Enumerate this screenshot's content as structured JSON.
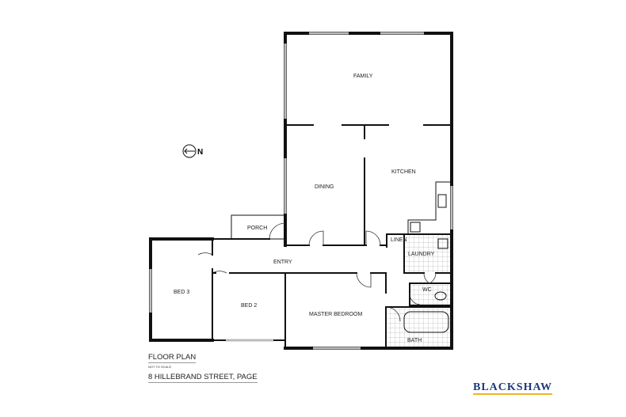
{
  "rooms": {
    "family": "FAMILY",
    "dining": "DINING",
    "kitchen": "KITCHEN",
    "porch": "PORCH",
    "entry": "ENTRY",
    "linen": "LINEN",
    "laundry": "LAUNDRY",
    "wc": "WC",
    "bed3": "BED 3",
    "bed2": "BED 2",
    "master": "MASTER BEDROOM",
    "bath": "BATH"
  },
  "north_label": "N",
  "title": "FLOOR PLAN",
  "scale_note": "NOT TO SCALE",
  "address": "8 HILLEBRAND STREET, PAGE",
  "brand": {
    "name": "BLACKSHAW",
    "color": "#1d3a78",
    "accent": "#f0b323"
  }
}
